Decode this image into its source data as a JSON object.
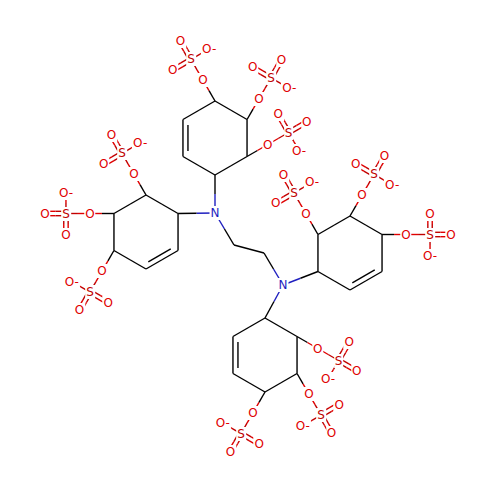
{
  "diagram": {
    "labels": [
      "N",
      "N",
      "O",
      "S",
      "O",
      "O",
      "O-",
      "O",
      "S",
      "O",
      "O",
      "O-",
      "O",
      "S",
      "O",
      "O",
      "O-",
      "O",
      "S",
      "O",
      "O",
      "O-",
      "O",
      "S",
      "O",
      "O",
      "O-",
      "O",
      "S",
      "O",
      "O",
      "O-",
      "O",
      "S",
      "O",
      "O",
      "O-",
      "O",
      "S",
      "O",
      "O",
      "O-",
      "O",
      "S",
      "O",
      "O",
      "O-",
      "O",
      "S",
      "O",
      "O",
      "O-",
      "O",
      "S",
      "O",
      "O",
      "O-",
      "O",
      "S",
      "O",
      "O",
      "O-"
    ]
  }
}
